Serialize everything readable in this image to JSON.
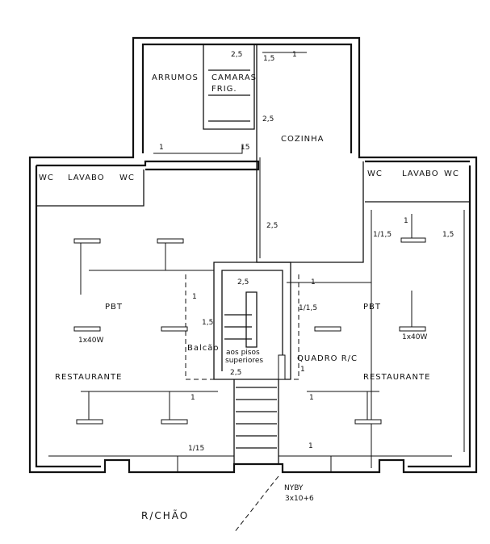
{
  "rooms": {
    "arrumos": "ARRUMOS",
    "camaras_1": "CAMARAS",
    "camaras_2": "FRIG.",
    "cozinha": "COZINHA",
    "wc": "WC",
    "lavabo": "LAVABO",
    "pbt": "PBT",
    "lamp": "1x40W",
    "restaurante": "RESTAURANTE",
    "balcao": "Balcão",
    "stairs_1": "aos pisos",
    "stairs_2": "superiores",
    "quadro": "QUADRO R/C"
  },
  "wire_sizes": {
    "s25": "2,5",
    "s15": "1,5",
    "s1": "1",
    "s15b": "15",
    "s1_15": "1/1,5",
    "s1_15b": "1/15"
  },
  "feed": {
    "cable": "NYBY",
    "spec": "3x10+6"
  },
  "floor_label": "R/CHÃO"
}
